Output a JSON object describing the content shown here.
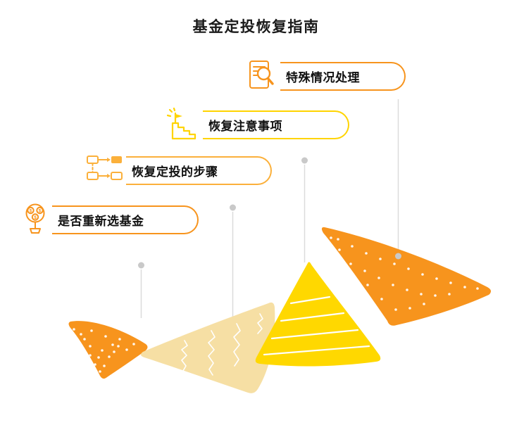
{
  "title": "基金定投恢复指南",
  "palette": {
    "orange": "#F7941D",
    "amber": "#FBB03B",
    "yellow": "#FFD400",
    "cream": "#F6DFA4",
    "bright_yellow": "#FFD800",
    "connector_line": "#DBDBDB",
    "connector_dot": "#C9C9C9",
    "text": "#1A1A1A"
  },
  "items": [
    {
      "label": "是否重新选基金",
      "icon": "money-tree-icon",
      "accent": "#F7941D",
      "coin_symbol": "$"
    },
    {
      "label": "恢复定投的步骤",
      "icon": "flowchart-icon",
      "accent": "#FBB03B"
    },
    {
      "label": "恢复注意事项",
      "icon": "stairs-flag-icon",
      "accent": "#FFD400"
    },
    {
      "label": "特殊情况处理",
      "icon": "document-search-icon",
      "accent": "#F7941D"
    }
  ]
}
